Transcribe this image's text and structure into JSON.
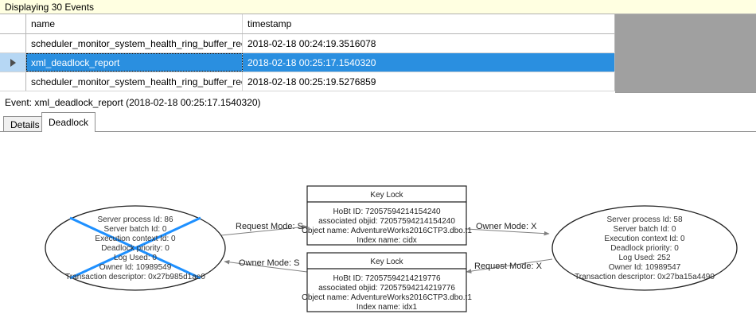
{
  "banner": {
    "text": "Displaying 30 Events"
  },
  "grid": {
    "columns": [
      "name",
      "timestamp"
    ],
    "rows": [
      {
        "selected": false,
        "name": "scheduler_monitor_system_health_ring_buffer_recorded",
        "timestamp": "2018-02-18 00:24:19.3516078"
      },
      {
        "selected": true,
        "name": "xml_deadlock_report",
        "timestamp": "2018-02-18 00:25:17.1540320"
      },
      {
        "selected": false,
        "name": "scheduler_monitor_system_health_ring_buffer_recorded",
        "timestamp": "2018-02-18 00:25:19.5276859"
      }
    ]
  },
  "event_caption": {
    "text": "Event: xml_deadlock_report (2018-02-18 00:25:17.1540320)"
  },
  "tabs": [
    {
      "label": "Details",
      "active": false
    },
    {
      "label": "Deadlock",
      "active": true
    }
  ],
  "deadlock": {
    "victim_process": {
      "lines": [
        "Server process Id: 86",
        "Server batch Id: 0",
        "Execution context Id: 0",
        "Deadlock priority: 0",
        "Log Used: 0",
        "Owner Id: 10989549",
        "Transaction descriptor: 0x27b985d1ae0"
      ]
    },
    "surviving_process": {
      "lines": [
        "Server process Id: 58",
        "Server batch Id: 0",
        "Execution context Id: 0",
        "Deadlock priority: 0",
        "Log Used: 252",
        "Owner Id: 10989547",
        "Transaction descriptor: 0x27ba15a4490"
      ]
    },
    "resource_top": {
      "title": "Key Lock",
      "lines": [
        "HoBt ID: 72057594214154240",
        "associated objid: 72057594214154240",
        "Object name: AdventureWorks2016CTP3.dbo.t1",
        "Index name: cidx"
      ]
    },
    "resource_bottom": {
      "title": "Key Lock",
      "lines": [
        "HoBt ID: 72057594214219776",
        "associated objid: 72057594214219776",
        "Object name: AdventureWorks2016CTP3.dbo.t1",
        "Index name: idx1"
      ]
    },
    "edges": {
      "top_left": "Request Mode: S",
      "top_right": "Owner Mode: X",
      "bottom_left": "Owner Mode: S",
      "bottom_right": "Request Mode: X"
    },
    "colors": {
      "victim_cross": "#1E90FF",
      "selection": "#2a8fe0",
      "banner_bg": "#ffffe1"
    }
  }
}
